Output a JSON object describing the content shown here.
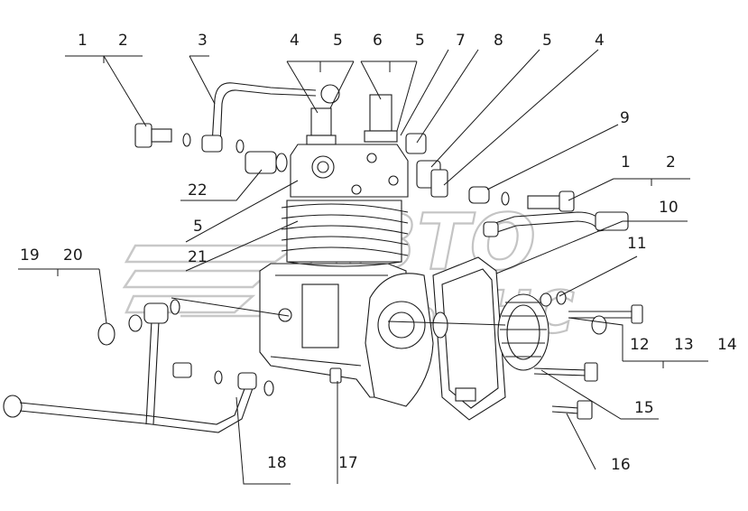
{
  "callouts": {
    "c1a": "1",
    "c2a": "2",
    "c3": "3",
    "c4a": "4",
    "c5a": "5",
    "c6": "6",
    "c5b": "5",
    "c7": "7",
    "c8": "8",
    "c5c": "5",
    "c4b": "4",
    "c9": "9",
    "c1b": "1",
    "c2b": "2",
    "c10": "10",
    "c22": "22",
    "c5d": "5",
    "c21": "21",
    "c19": "19",
    "c20": "20",
    "c11": "11",
    "c12": "12",
    "c13": "13",
    "c14": "14",
    "c15": "15",
    "c16": "16",
    "c17": "17",
    "c18": "18"
  },
  "watermark": {
    "line1": "АВТО",
    "line2": "АЛЬЯНС"
  }
}
